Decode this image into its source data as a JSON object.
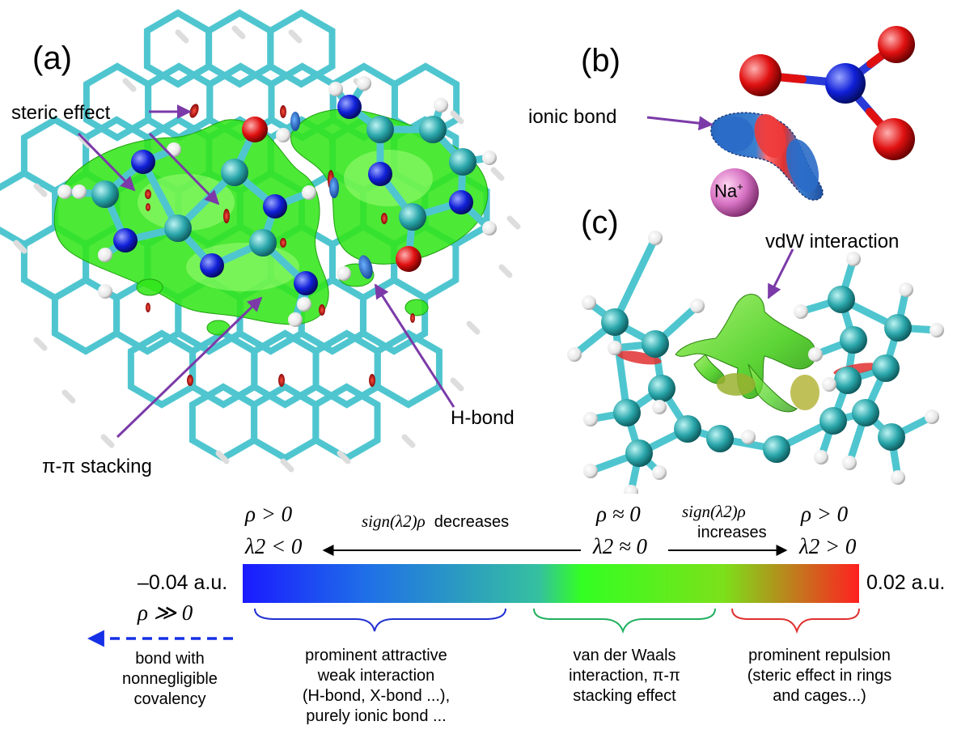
{
  "panels": {
    "a": "(a)",
    "b": "(b)",
    "c": "(c)"
  },
  "annotations": {
    "steric_effect": "steric effect",
    "pi_stacking": "π-π stacking",
    "h_bond": "H-bond",
    "ionic_bond": "ionic bond",
    "na_ion": "Na",
    "na_charge": "+",
    "vdw": "vdW interaction"
  },
  "legend": {
    "left_rho": "ρ > 0",
    "left_lambda": "λ2 < 0",
    "mid_rho": "ρ ≈ 0",
    "mid_lambda": "λ2 ≈ 0",
    "right_rho": "ρ > 0",
    "right_lambda": "λ2 > 0",
    "decreases_fn": "sign(λ2)ρ",
    "decreases_word": "decreases",
    "increases_fn": "sign(λ2)ρ",
    "increases_word": "increases",
    "scale_min": "–0.04 a.u.",
    "scale_max": "0.02 a.u.",
    "rho_much_gt": "ρ ≫ 0",
    "covalent": [
      "bond with",
      "nonnegligible",
      "covalency"
    ],
    "attractive": [
      "prominent attractive",
      "weak interaction",
      "(H-bond, X-bond ...),",
      "purely ionic bond ..."
    ],
    "vdw_desc": [
      "van der Waals",
      "interaction, π-π",
      "stacking effect"
    ],
    "repulsion": [
      "prominent repulsion",
      "(steric effect in rings",
      "and cages...)"
    ]
  },
  "colors": {
    "carbon": "#2aa7ab",
    "nitrogen": "#1020d8",
    "oxygen": "#e01010",
    "hydrogen": "#ffffff",
    "stick": "#4fc6cf",
    "surface_green": "#33e61a",
    "arrow_purple": "#7b3aa8",
    "brace_blue": "#2030d0",
    "brace_green": "#22b060",
    "brace_red": "#e03030",
    "dash_blue": "#1530e6"
  }
}
